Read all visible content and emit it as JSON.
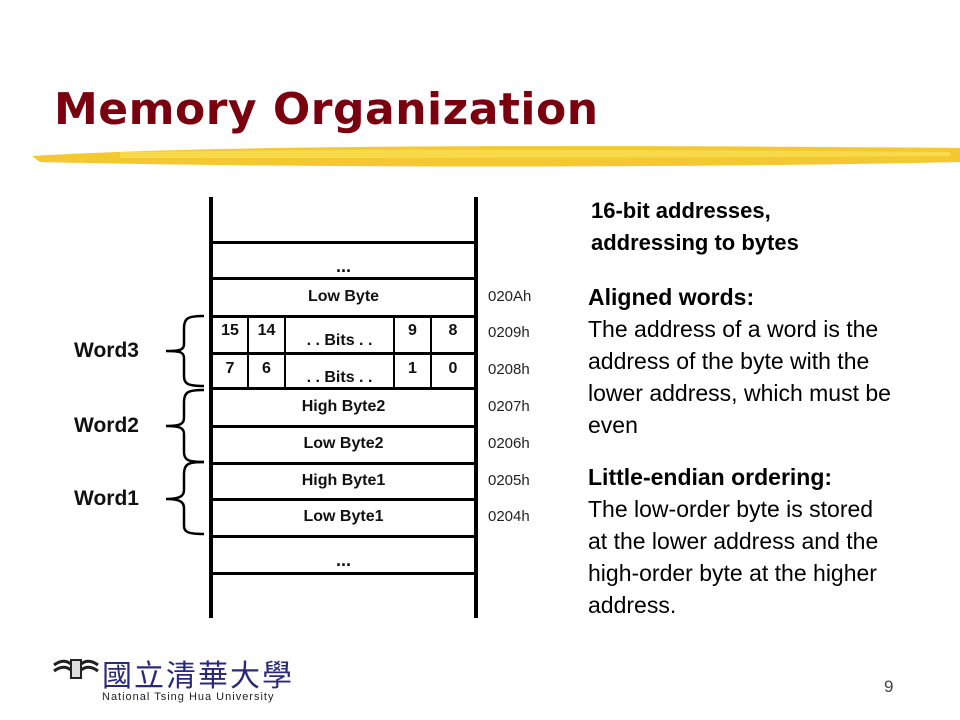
{
  "title": "Memory Organization",
  "colors": {
    "title": "#7a0010",
    "underline": "#f2c21a"
  },
  "diagram": {
    "rows": [
      {
        "label": "...",
        "address": ""
      },
      {
        "label": "Low Byte",
        "address": "020Ah"
      },
      {
        "bits": [
          "15",
          "14",
          ". . Bits . .",
          "9",
          "8"
        ],
        "address": "0209h"
      },
      {
        "bits": [
          "7",
          "6",
          ". . Bits . .",
          "1",
          "0"
        ],
        "address": "0208h"
      },
      {
        "label": "High Byte2",
        "address": "0207h"
      },
      {
        "label": "Low Byte2",
        "address": "0206h"
      },
      {
        "label": "High Byte1",
        "address": "0205h"
      },
      {
        "label": "Low Byte1",
        "address": "0204h"
      },
      {
        "label": "...",
        "address": ""
      }
    ],
    "words": [
      "Word3",
      "Word2",
      "Word1"
    ]
  },
  "text": {
    "heading": "16-bit addresses,",
    "heading2": "addressing to bytes",
    "aligned_title": "Aligned words:",
    "aligned_body": "The address of a word is the address of the byte with the lower address, which must be even",
    "endian_title": "Little-endian ordering:",
    "endian_body": "The low-order byte is stored at the lower address and the high-order byte at the higher address."
  },
  "footer": {
    "logo_chinese": "國立清華大學",
    "logo_english": "National Tsing Hua University",
    "page_number": "9"
  }
}
